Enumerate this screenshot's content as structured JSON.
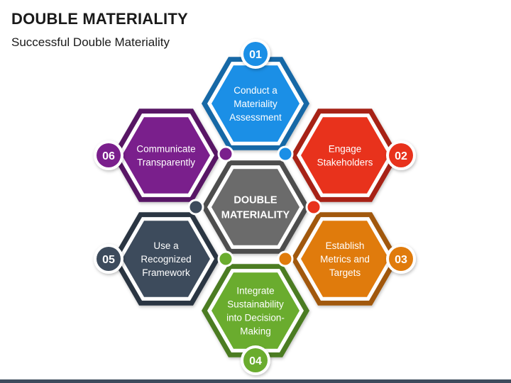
{
  "header": {
    "title": "DOUBLE MATERIALITY",
    "subtitle": "Successful Double Materiality"
  },
  "center": {
    "lines": [
      "DOUBLE",
      "MATERIALITY"
    ],
    "color": "#6b6b6b"
  },
  "steps": [
    {
      "number": "01",
      "lines": [
        "Conduct a",
        "Materiality",
        "Assessment"
      ],
      "color": "#1b8fe6"
    },
    {
      "number": "02",
      "lines": [
        "Engage",
        "Stakeholders"
      ],
      "color": "#e8321c"
    },
    {
      "number": "03",
      "lines": [
        "Establish",
        "Metrics and",
        "Targets"
      ],
      "color": "#e07b0c"
    },
    {
      "number": "04",
      "lines": [
        "Integrate",
        "Sustainability",
        "into Decision-",
        "Making"
      ],
      "color": "#6aac2e"
    },
    {
      "number": "05",
      "lines": [
        "Use a",
        "Recognized",
        "Framework"
      ],
      "color": "#3d4b5c"
    },
    {
      "number": "06",
      "lines": [
        "Communicate",
        "Transparently"
      ],
      "color": "#7a1f8c"
    }
  ]
}
